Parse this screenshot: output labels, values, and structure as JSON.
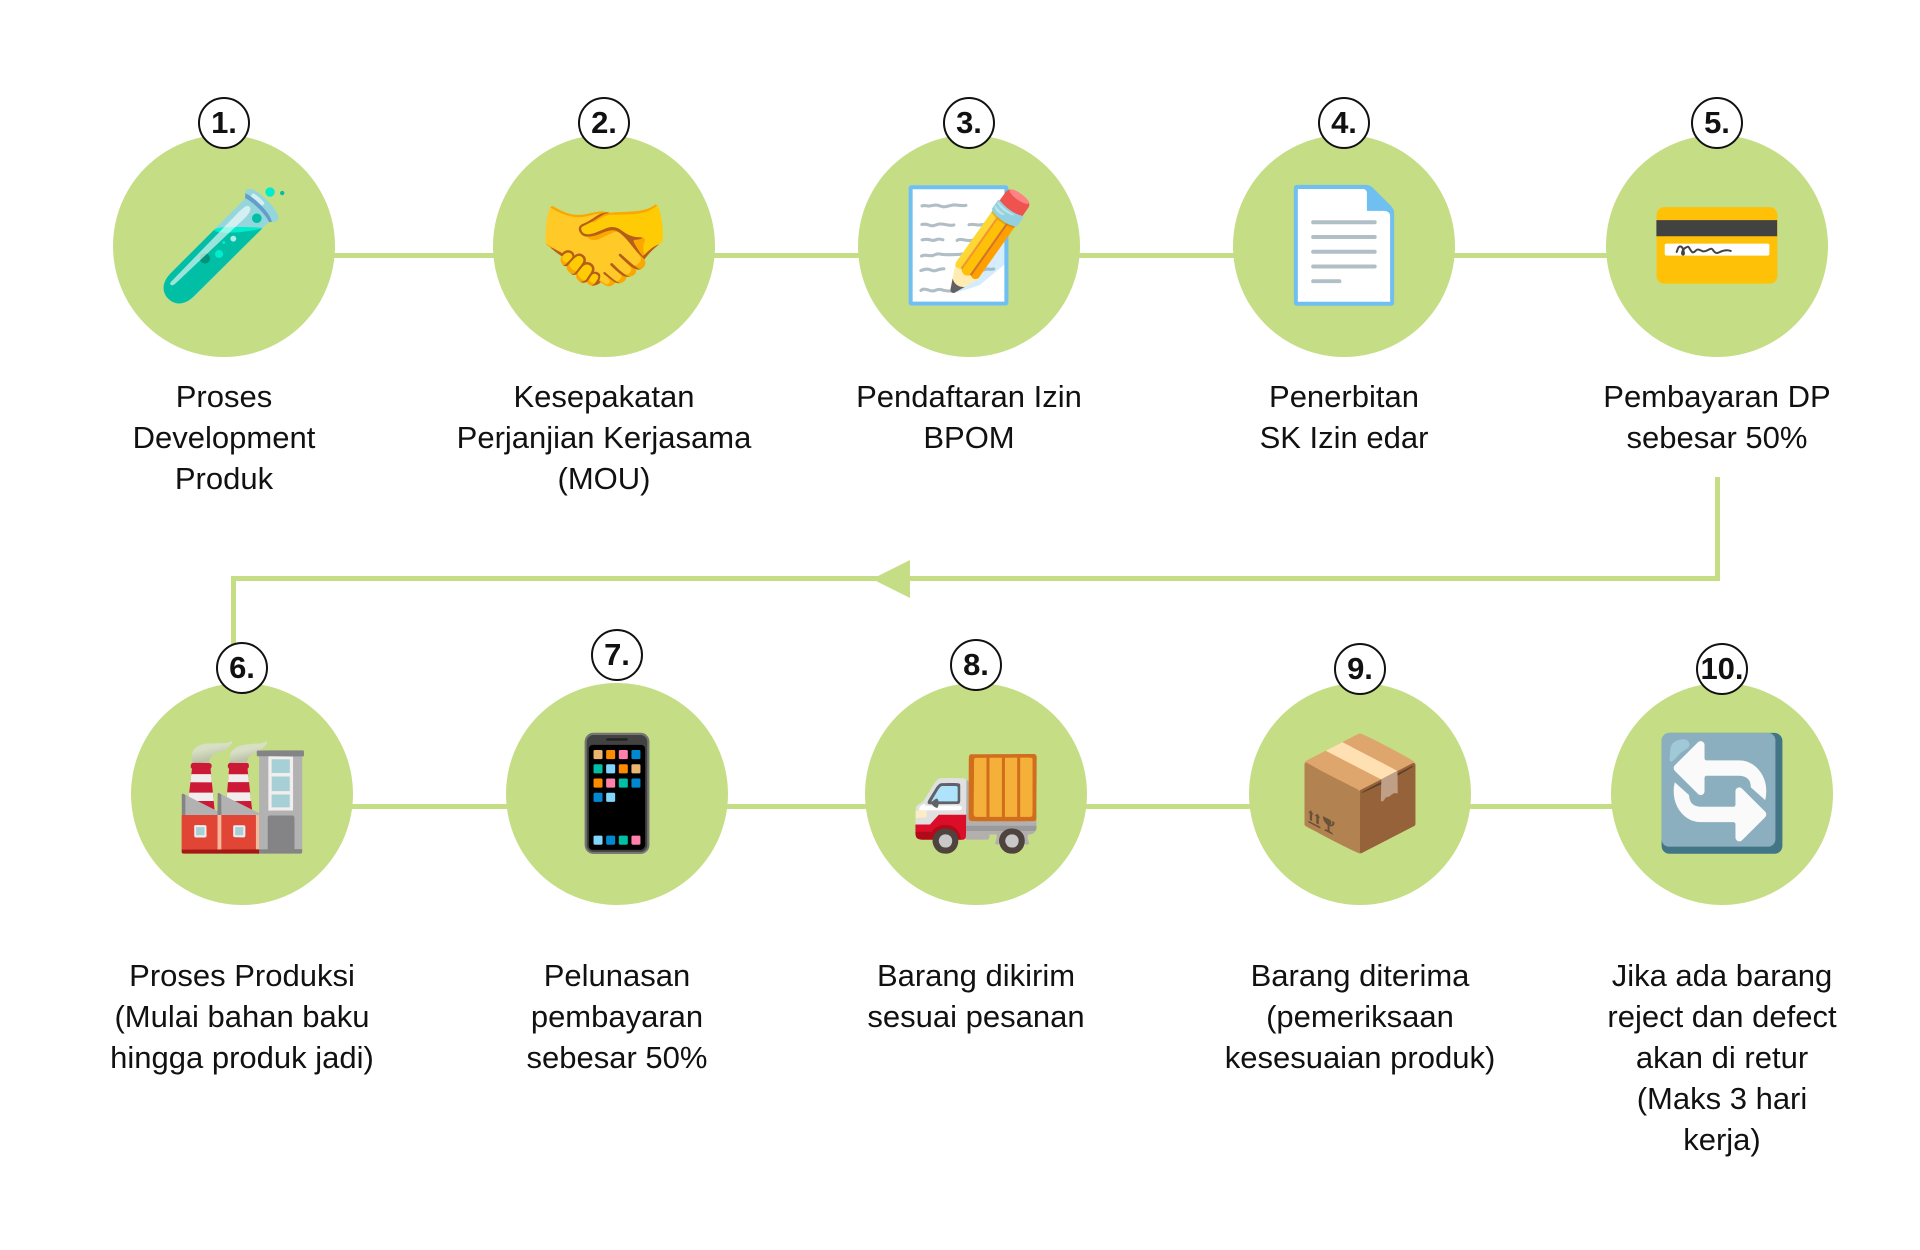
{
  "colors": {
    "circle": "#c5dd85",
    "accent_orange": "#f0a830",
    "accent_purple": "#7b6bb0"
  },
  "steps": [
    {
      "number": "1.",
      "label": "Proses\nDevelopment\nProduk",
      "icon": "scientist-chalkboard-icon"
    },
    {
      "number": "2.",
      "label": "Kesepakatan\nPerjanjian Kerjasama\n(MOU)",
      "icon": "meeting-table-icon"
    },
    {
      "number": "3.",
      "label": "Pendaftaran Izin\nBPOM",
      "icon": "registration-officers-icon"
    },
    {
      "number": "4.",
      "label": "Penerbitan\nSK Izin edar",
      "icon": "document-certificate-icon"
    },
    {
      "number": "5.",
      "label": "Pembayaran DP\nsebesar 50%",
      "icon": "payment-terminal-icon"
    },
    {
      "number": "6.",
      "label": "Proses Produksi\n(Mulai bahan baku\nhingga produk jadi)",
      "icon": "factory-machine-icon"
    },
    {
      "number": "7.",
      "label": "Pelunasan\npembayaran\nsebesar 50%",
      "icon": "mobile-payment-icon"
    },
    {
      "number": "8.",
      "label": "Barang dikirim\nsesuai pesanan",
      "icon": "delivery-truck-icon"
    },
    {
      "number": "9.",
      "label": "Barang diterima\n(pemeriksaan\nkesesuaian produk)",
      "icon": "boxes-worker-icon"
    },
    {
      "number": "10.",
      "label": "Jika ada barang\nreject dan defect\nakan di retur\n(Maks 3 hari\nkerja)",
      "icon": "handover-people-icon"
    }
  ]
}
